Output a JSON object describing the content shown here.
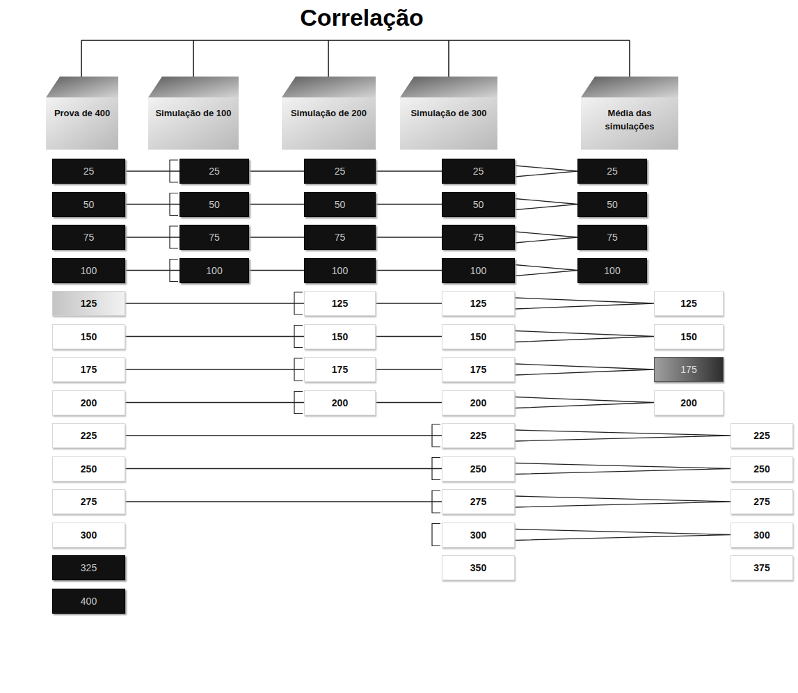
{
  "diagram": {
    "title": "Correlação",
    "nodes": [
      {
        "text": [
          "Prova de 400"
        ]
      },
      {
        "text": [
          "Simulação de 100"
        ]
      },
      {
        "text": [
          "Simulação de 200"
        ]
      },
      {
        "text": [
          "Simulação de 300"
        ]
      },
      {
        "text": [
          "Média das simulações"
        ]
      },
      {
        "text": [
          "25"
        ]
      },
      {
        "text": [
          "25"
        ]
      },
      {
        "text": [
          "25"
        ]
      },
      {
        "text": [
          "25"
        ]
      },
      {
        "text": [
          "25"
        ]
      },
      {
        "text": [
          "50"
        ]
      },
      {
        "text": [
          "50"
        ]
      },
      {
        "text": [
          "50"
        ]
      },
      {
        "text": [
          "50"
        ]
      },
      {
        "text": [
          "50"
        ]
      },
      {
        "text": [
          "75"
        ]
      },
      {
        "text": [
          "75"
        ]
      },
      {
        "text": [
          "75"
        ]
      },
      {
        "text": [
          "75"
        ]
      },
      {
        "text": [
          "75"
        ]
      },
      {
        "text": [
          "100"
        ]
      },
      {
        "text": [
          "100"
        ]
      },
      {
        "text": [
          "100"
        ]
      },
      {
        "text": [
          "100"
        ]
      },
      {
        "text": [
          "100"
        ]
      },
      {
        "text": [
          "125"
        ]
      },
      {
        "text": [
          "125"
        ]
      },
      {
        "text": [
          "125"
        ]
      },
      {
        "text": [
          "125"
        ]
      },
      {
        "text": [
          "150"
        ]
      },
      {
        "text": [
          "150"
        ]
      },
      {
        "text": [
          "150"
        ]
      },
      {
        "text": [
          "150"
        ]
      },
      {
        "text": [
          "175"
        ]
      },
      {
        "text": [
          "175"
        ]
      },
      {
        "text": [
          "175"
        ]
      },
      {
        "text": [
          "175"
        ]
      },
      {
        "text": [
          "200"
        ]
      },
      {
        "text": [
          "200"
        ]
      },
      {
        "text": [
          "200"
        ]
      },
      {
        "text": [
          "200"
        ]
      },
      {
        "text": [
          "225"
        ]
      },
      {
        "text": [
          "225"
        ]
      },
      {
        "text": [
          "225"
        ]
      },
      {
        "text": [
          "250"
        ]
      },
      {
        "text": [
          "250"
        ]
      },
      {
        "text": [
          "250"
        ]
      },
      {
        "text": [
          "275"
        ]
      },
      {
        "text": [
          "275"
        ]
      },
      {
        "text": [
          "275"
        ]
      },
      {
        "text": [
          "300"
        ]
      },
      {
        "text": [
          "300"
        ]
      },
      {
        "text": [
          "300"
        ]
      },
      {
        "text": [
          "325"
        ]
      },
      {
        "text": [
          "350"
        ]
      },
      {
        "text": [
          "375"
        ]
      },
      {
        "text": [
          "400"
        ]
      }
    ],
    "edges": [
      {
        "from": 5,
        "to": 6,
        "arrow": "none"
      },
      {
        "from": 6,
        "to": 7,
        "arrow": "none"
      },
      {
        "from": 7,
        "to": 8,
        "arrow": "none"
      },
      {
        "from": 8,
        "to": 9,
        "arrow": "none"
      },
      {
        "from": 10,
        "to": 11,
        "arrow": "none"
      },
      {
        "from": 11,
        "to": 12,
        "arrow": "none"
      },
      {
        "from": 12,
        "to": 13,
        "arrow": "none"
      },
      {
        "from": 13,
        "to": 14,
        "arrow": "none"
      },
      {
        "from": 15,
        "to": 16,
        "arrow": "none"
      },
      {
        "from": 16,
        "to": 17,
        "arrow": "none"
      },
      {
        "from": 17,
        "to": 18,
        "arrow": "none"
      },
      {
        "from": 18,
        "to": 19,
        "arrow": "none"
      },
      {
        "from": 20,
        "to": 21,
        "arrow": "none"
      },
      {
        "from": 21,
        "to": 22,
        "arrow": "none"
      },
      {
        "from": 22,
        "to": 23,
        "arrow": "none"
      },
      {
        "from": 23,
        "to": 24,
        "arrow": "none"
      },
      {
        "from": 25,
        "to": 26,
        "arrow": "none"
      },
      {
        "from": 26,
        "to": 27,
        "arrow": "none"
      },
      {
        "from": 27,
        "to": 28,
        "arrow": "none"
      },
      {
        "from": 29,
        "to": 30,
        "arrow": "none"
      },
      {
        "from": 30,
        "to": 31,
        "arrow": "none"
      },
      {
        "from": 31,
        "to": 32,
        "arrow": "none"
      },
      {
        "from": 33,
        "to": 34,
        "arrow": "none"
      },
      {
        "from": 34,
        "to": 35,
        "arrow": "none"
      },
      {
        "from": 35,
        "to": 36,
        "arrow": "none"
      },
      {
        "from": 37,
        "to": 38,
        "arrow": "none"
      },
      {
        "from": 38,
        "to": 39,
        "arrow": "none"
      },
      {
        "from": 39,
        "to": 40,
        "arrow": "none"
      },
      {
        "from": 41,
        "to": 42,
        "arrow": "none"
      },
      {
        "from": 42,
        "to": 43,
        "arrow": "none"
      },
      {
        "from": 44,
        "to": 45,
        "arrow": "none"
      },
      {
        "from": 45,
        "to": 46,
        "arrow": "none"
      },
      {
        "from": 47,
        "to": 48,
        "arrow": "none"
      },
      {
        "from": 48,
        "to": 49,
        "arrow": "none"
      },
      {
        "from": 51,
        "to": 52,
        "arrow": "none"
      }
    ]
  }
}
